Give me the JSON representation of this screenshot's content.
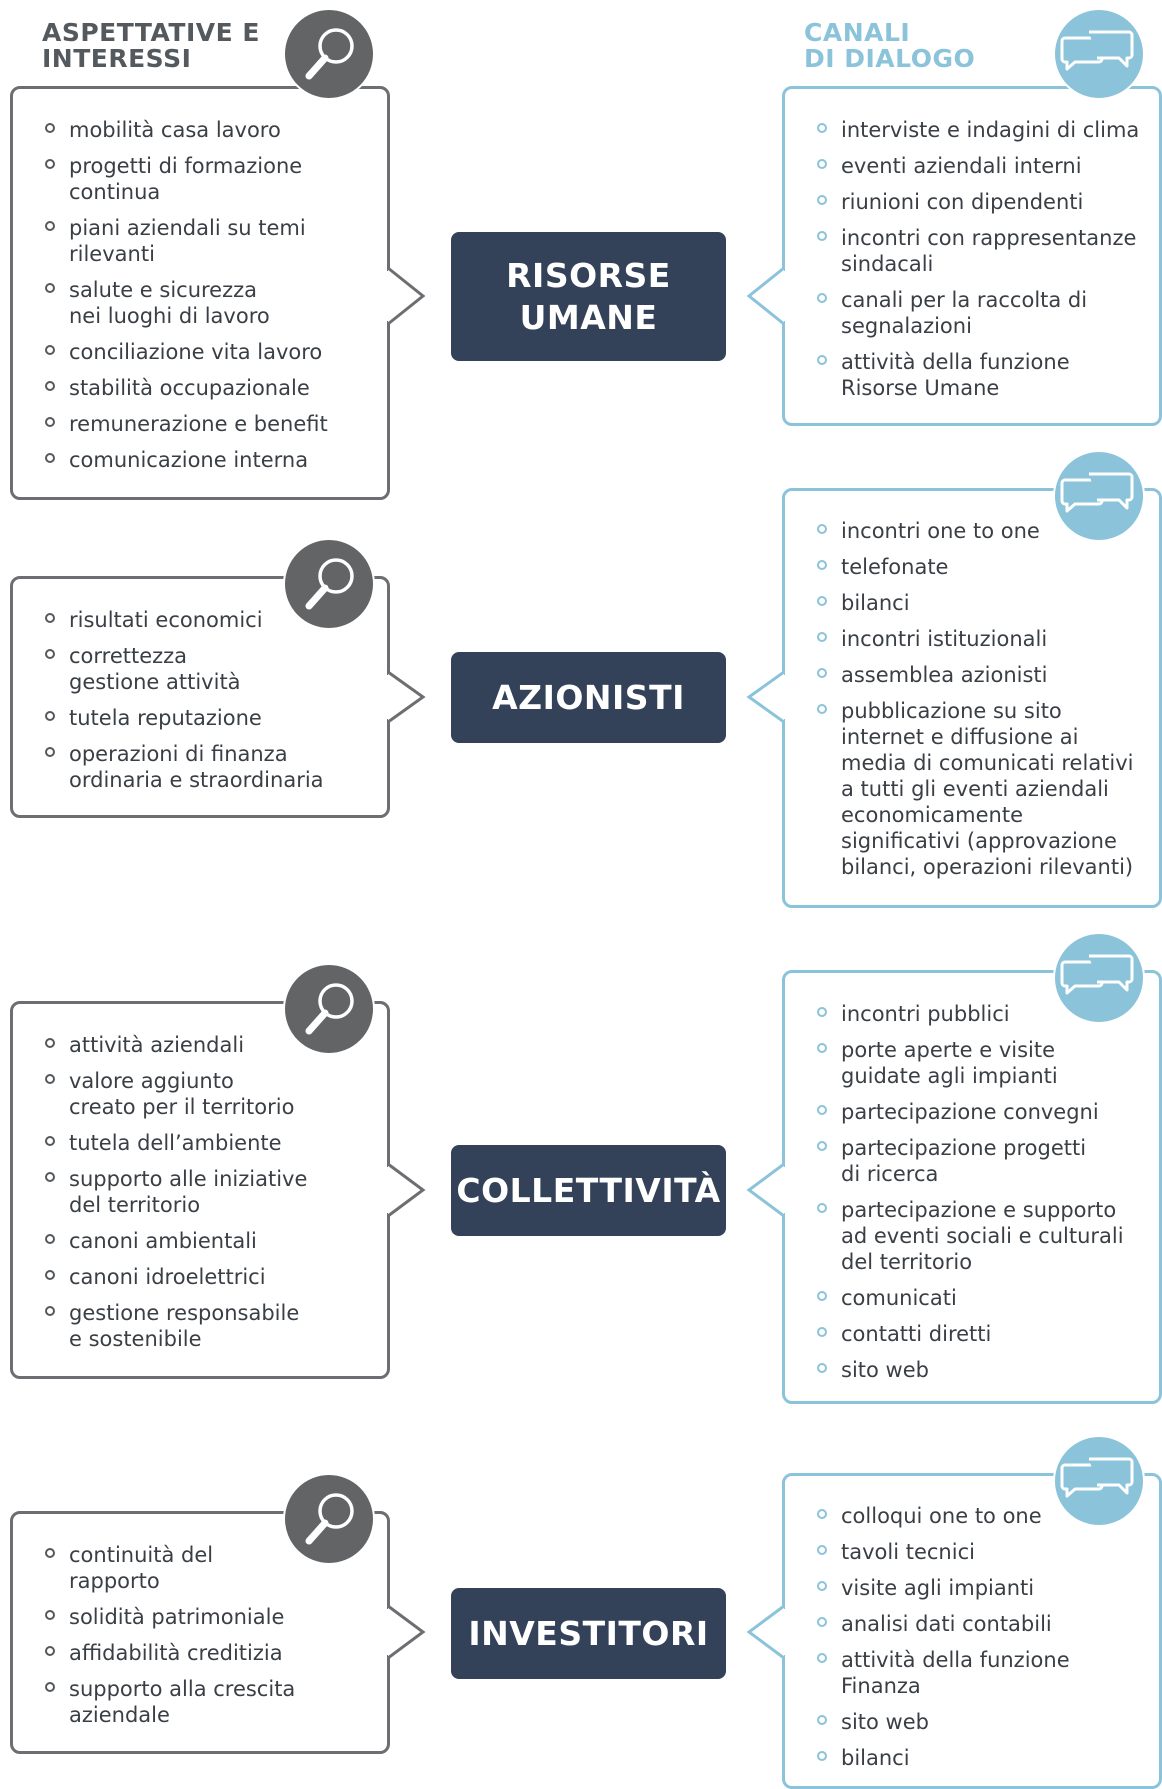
{
  "headings": {
    "left": [
      "ASPETTATIVE E",
      "INTERESSI"
    ],
    "right": [
      "CANALI",
      "DI DIALOGO"
    ]
  },
  "colors": {
    "left_border": "#6d6e71",
    "right_border": "#8bc3da",
    "center_fill": "#344259",
    "search_icon_fill": "#636466",
    "chat_icon_fill": "#8bc3da"
  },
  "icons": {
    "left": "search-icon",
    "right": "chat-bubbles-icon"
  },
  "sections": [
    {
      "name": "RISORSE\nUMANE",
      "interests": [
        "mobilità casa lavoro",
        "progetti di formazione\ncontinua",
        "piani aziendali su temi\nrilevanti",
        "salute e sicurezza\nnei luoghi di lavoro",
        "conciliazione vita lavoro",
        "stabilità occupazionale",
        "remunerazione e benefit",
        "comunicazione interna"
      ],
      "channels": [
        "interviste e indagini di clima",
        "eventi aziendali interni",
        "riunioni con dipendenti",
        "incontri con rappresentanze\nsindacali",
        "canali per la raccolta di\nsegnalazioni",
        "attività della funzione\nRisorse Umane"
      ]
    },
    {
      "name": "AZIONISTI",
      "interests": [
        "risultati economici",
        "correttezza\ngestione attività",
        "tutela reputazione",
        "operazioni di finanza\nordinaria e straordinaria"
      ],
      "channels": [
        "incontri one to one",
        "telefonate",
        "bilanci",
        "incontri istituzionali",
        "assemblea azionisti",
        "pubblicazione su sito\ninternet e diffusione ai\nmedia di comunicati relativi\na tutti gli eventi aziendali\neconomicamente\nsignificativi (approvazione\nbilanci, operazioni rilevanti)"
      ]
    },
    {
      "name": "COLLETTIVITÀ",
      "interests": [
        "attività aziendali",
        "valore aggiunto\ncreato per il territorio",
        "tutela dell’ambiente",
        "supporto alle iniziative\ndel territorio",
        "canoni ambientali",
        "canoni idroelettrici",
        "gestione responsabile\ne sostenibile"
      ],
      "channels": [
        "incontri pubblici",
        "porte aperte e visite\nguidate agli impianti",
        "partecipazione convegni",
        "partecipazione progetti\ndi ricerca",
        "partecipazione e supporto\nad eventi sociali e culturali\ndel territorio",
        "comunicati",
        "contatti diretti",
        "sito web"
      ]
    },
    {
      "name": "INVESTITORI",
      "interests": [
        "continuità del\nrapporto",
        "solidità patrimoniale",
        "affidabilità creditizia",
        "supporto alla crescita\naziendale"
      ],
      "channels": [
        "colloqui one to one",
        "tavoli tecnici",
        "visite agli impianti",
        "analisi dati contabili",
        "attività della funzione\nFinanza",
        "sito web",
        "bilanci"
      ]
    }
  ]
}
